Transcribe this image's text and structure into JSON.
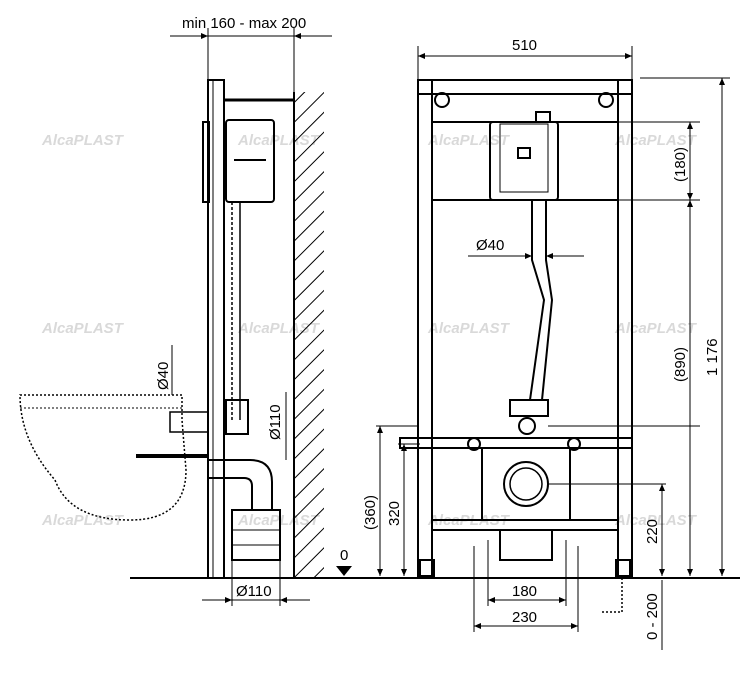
{
  "watermark": "AlcaPLAST",
  "dimensions": {
    "wall_gap": "min 160 - max 200",
    "frame_width": "510",
    "flush_box_height": "(180)",
    "pipe_diameter": "Ø40",
    "pipe_run": "(890)",
    "total_height": "1 176",
    "side_pipe_diameter": "Ø40",
    "drain_diameter_side": "Ø110",
    "mount_height_paren": "(360)",
    "mount_height": "320",
    "zero_level": "0",
    "drain_diameter_bottom": "Ø110",
    "bolt_spacing": "180",
    "foot_spacing": "230",
    "drain_height": "220",
    "leg_adjust": "0 - 200"
  }
}
